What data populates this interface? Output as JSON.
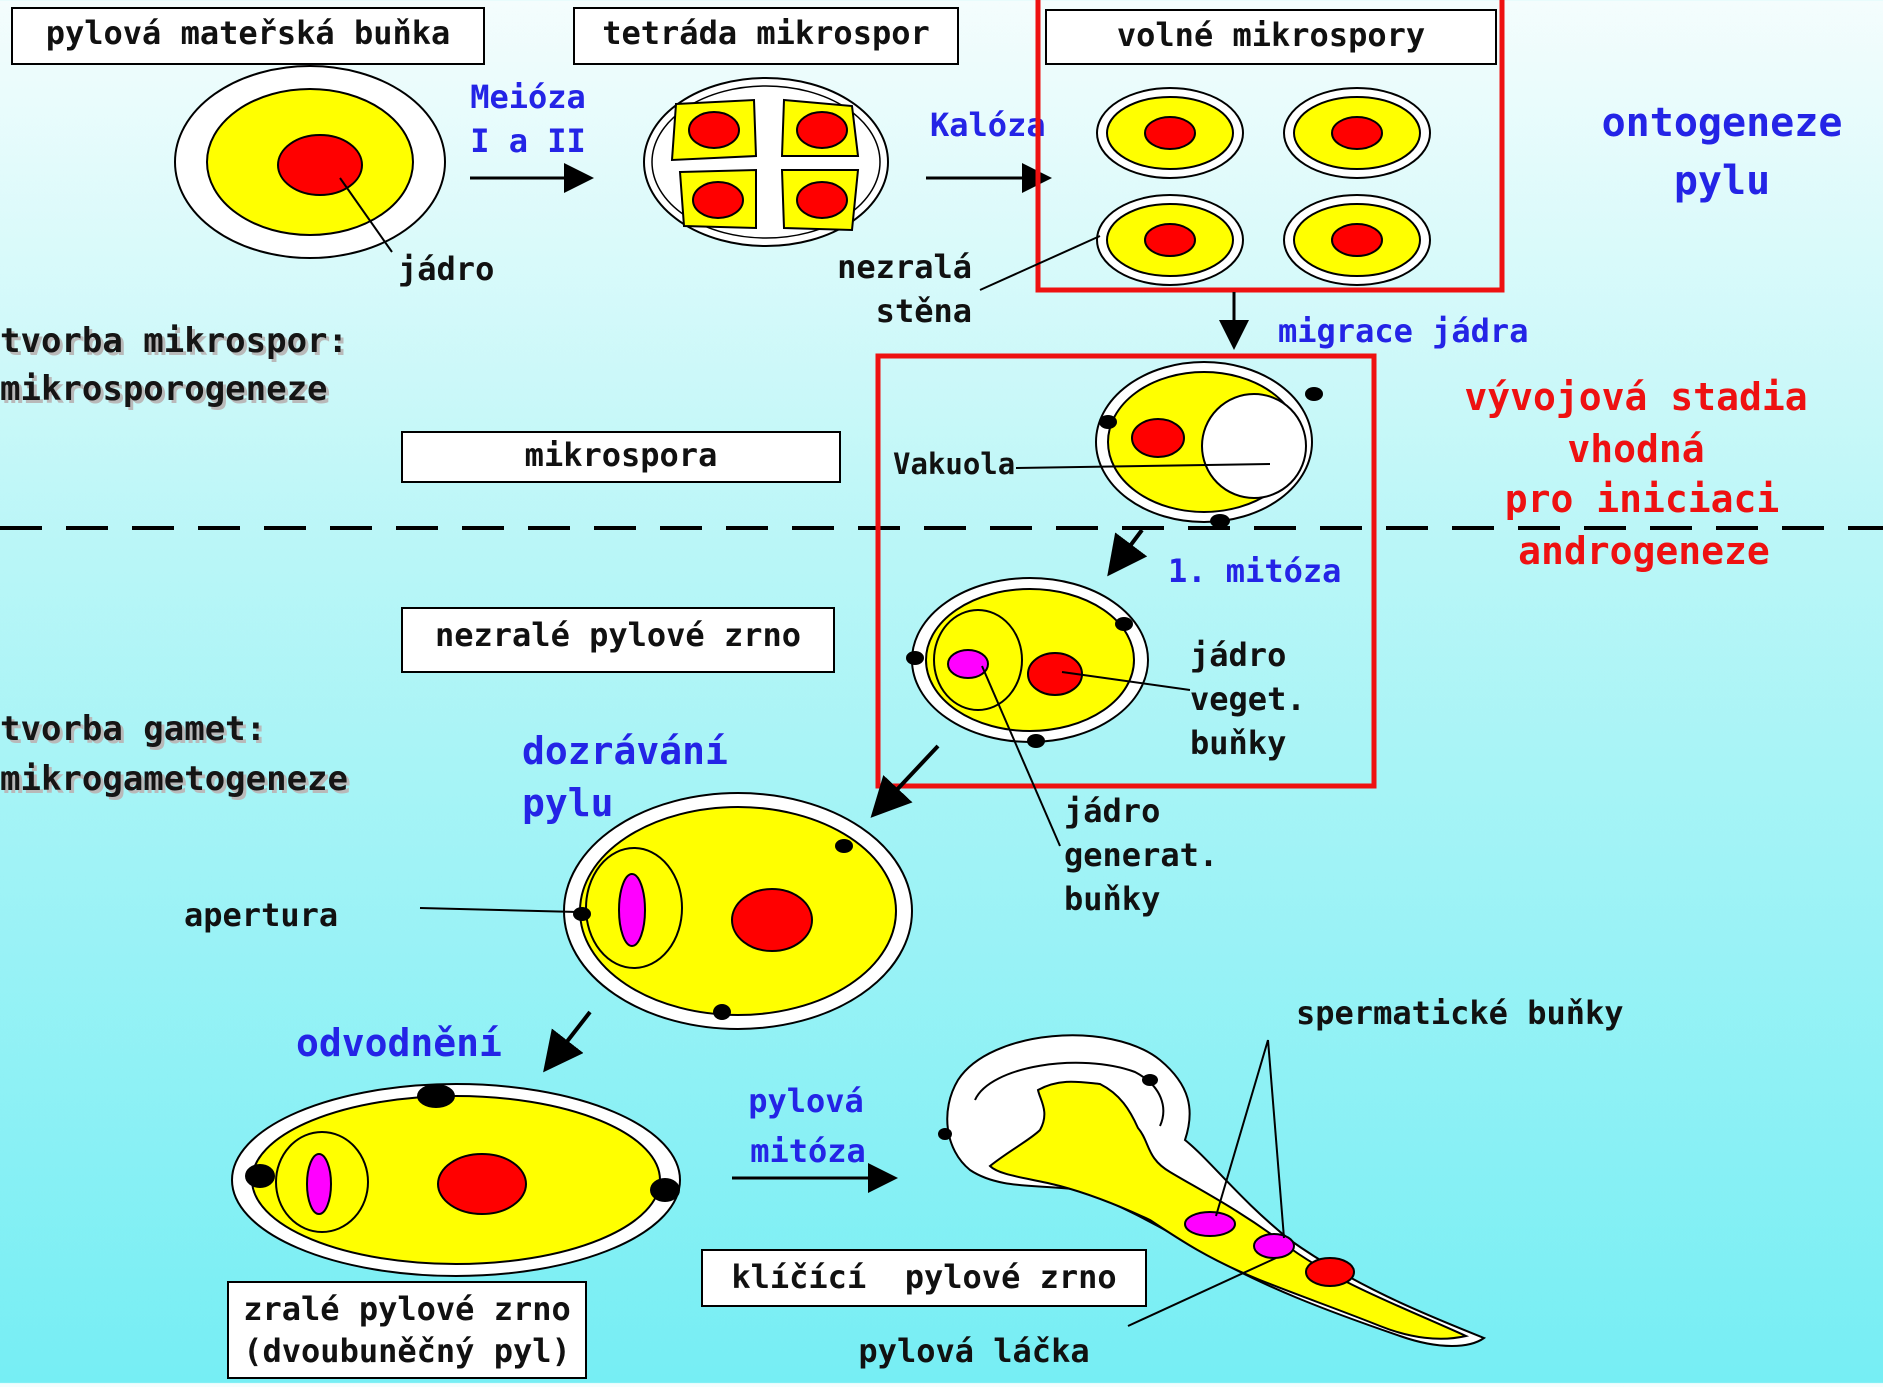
{
  "labels": {
    "pollen_mother_cell": "pylová mateřská buňka",
    "tetrad": "tetráda mikrospor",
    "free_microspores": "volné mikrospory",
    "meiosis_1": "Meióza",
    "meiosis_2": "I a II",
    "callose": "Kalóza",
    "nucleus": "jádro",
    "immature_wall_1": "nezralá",
    "immature_wall_2": "stěna",
    "nucleus_migration": "migrace jádra",
    "microspore": "mikrospora",
    "vacuole": "Vakuola",
    "first_mitosis": "1. mitóza",
    "immature_grain": "nezralé pylové zrno",
    "veg_nucleus_1": "jádro",
    "veg_nucleus_2": "veget.",
    "veg_nucleus_3": "buňky",
    "maturation_1": "dozrávání",
    "maturation_2": "pylu",
    "gen_nucleus_1": "jádro",
    "gen_nucleus_2": "generat.",
    "gen_nucleus_3": "buňky",
    "aperture": "apertura",
    "dehydration": "odvodnění",
    "pollen_mitosis_1": "pylová",
    "pollen_mitosis_2": "mitóza",
    "sperm_cells": "spermatické buňky",
    "germinating_grain": "klíčící  pylové zrno",
    "mature_grain_1": "zralé pylové zrno",
    "mature_grain_2": "(dvoubuněčný pyl)",
    "pollen_tube": "pylová láčka"
  },
  "side_labels": {
    "microsporogenesis_1": "tvorba mikrospor:",
    "microsporogenesis_2": "mikrosporogeneze",
    "gametogenesis_1": "tvorba gamet:",
    "gametogenesis_2": "mikrogametogeneze"
  },
  "titles": {
    "ontogeny_1": "ontogeneze",
    "ontogeny_2": "pylu",
    "stages_1": "vývojová stadia",
    "stages_2": "vhodná",
    "stages_3": "pro iniciaci",
    "stages_4": "androgeneze"
  },
  "colors": {
    "cytoplasm": "#ffff00",
    "nucleus": "#ff0000",
    "generative": "#ff00ff",
    "highlight_frame": "#ee1111",
    "blue_text": "#2424e6",
    "red_text": "#ee1111"
  }
}
